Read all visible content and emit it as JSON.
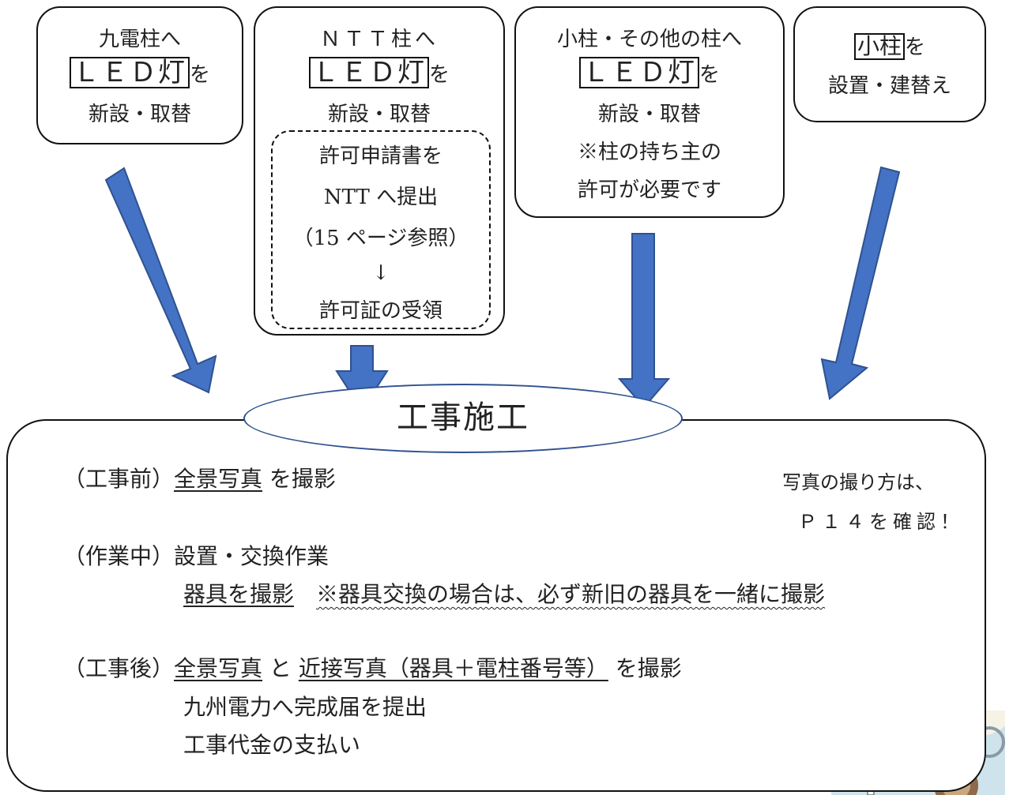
{
  "boxes": {
    "box1": {
      "line1": "九電柱へ",
      "led": "ＬＥＤ灯",
      "suffix": "を",
      "line3": "新設・取替"
    },
    "box2": {
      "line1": "ＮＴＴ柱へ",
      "led": "ＬＥＤ灯",
      "suffix": "を",
      "line3": "新設・取替",
      "sub": [
        "許可申請書を",
        "NTT へ提出",
        "（15 ページ参照）",
        "↓",
        "許可証の受領"
      ]
    },
    "box3": {
      "line1": "小柱・その他の柱へ",
      "led": "ＬＥＤ灯",
      "suffix": "を",
      "line3": "新設・取替",
      "line4": "※柱の持ち主の",
      "line5": "許可が必要です"
    },
    "box4": {
      "label": "小柱",
      "suffix": "を",
      "line2": "設置・建替え"
    }
  },
  "center": {
    "title": "工事施工"
  },
  "photo_note": {
    "line1": "写真の撮り方は、",
    "line2": "Ｐ１４を確認！",
    "icon": "camera-icon"
  },
  "steps": {
    "before": {
      "label": "（工事前）",
      "photo": "全景写真",
      "action": " を撮影"
    },
    "during": {
      "label": "（作業中）",
      "work": "設置・交換作業",
      "photo": "器具を撮影",
      "note": "※器具交換の場合は、必ず新旧の器具を一緒に撮影"
    },
    "after": {
      "label": "（工事後）",
      "photo1": "全景写真",
      "mid": " と ",
      "photo2": "近接写真（器具＋電柱番号等）",
      "action": " を撮影",
      "line2": "九州電力へ完成届を提出",
      "line3": "工事代金の支払い"
    }
  },
  "colors": {
    "arrow_fill": "#4472c4",
    "arrow_stroke": "#2f528f",
    "ellipse_stroke": "#2f528f"
  }
}
